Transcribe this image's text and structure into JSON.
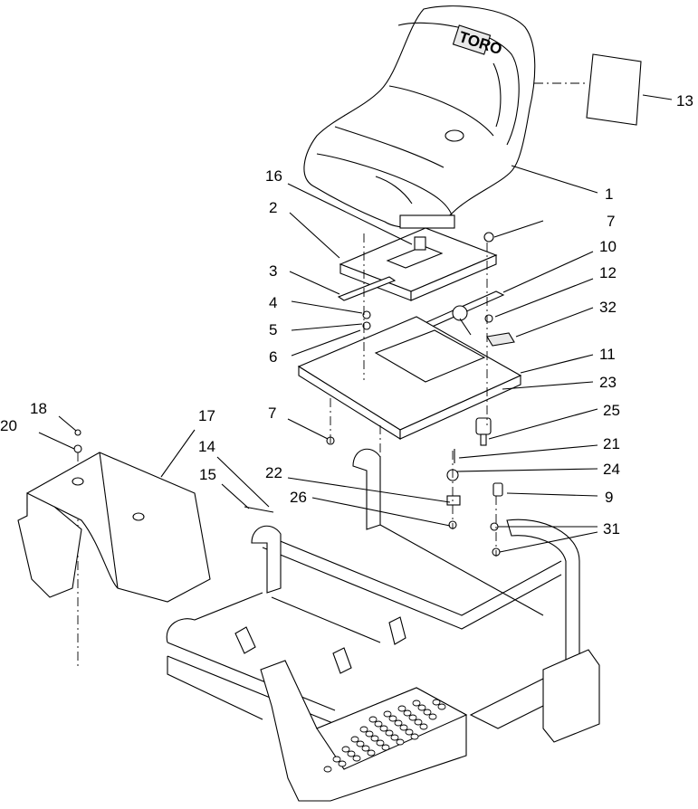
{
  "diagram": {
    "seat_logo": "TORO",
    "callouts": [
      {
        "id": "c1",
        "label": "1"
      },
      {
        "id": "c2",
        "label": "2"
      },
      {
        "id": "c3",
        "label": "3"
      },
      {
        "id": "c4",
        "label": "4"
      },
      {
        "id": "c5",
        "label": "5"
      },
      {
        "id": "c6",
        "label": "6"
      },
      {
        "id": "c7a",
        "label": "7"
      },
      {
        "id": "c7b",
        "label": "7"
      },
      {
        "id": "c9",
        "label": "9"
      },
      {
        "id": "c10",
        "label": "10"
      },
      {
        "id": "c11",
        "label": "11"
      },
      {
        "id": "c12",
        "label": "12"
      },
      {
        "id": "c13",
        "label": "13"
      },
      {
        "id": "c14",
        "label": "14"
      },
      {
        "id": "c15",
        "label": "15"
      },
      {
        "id": "c16",
        "label": "16"
      },
      {
        "id": "c17",
        "label": "17"
      },
      {
        "id": "c18",
        "label": "18"
      },
      {
        "id": "c20",
        "label": "20"
      },
      {
        "id": "c21",
        "label": "21"
      },
      {
        "id": "c22",
        "label": "22"
      },
      {
        "id": "c23",
        "label": "23"
      },
      {
        "id": "c24",
        "label": "24"
      },
      {
        "id": "c25",
        "label": "25"
      },
      {
        "id": "c26",
        "label": "26"
      },
      {
        "id": "c31",
        "label": "31"
      },
      {
        "id": "c32",
        "label": "32"
      }
    ]
  }
}
